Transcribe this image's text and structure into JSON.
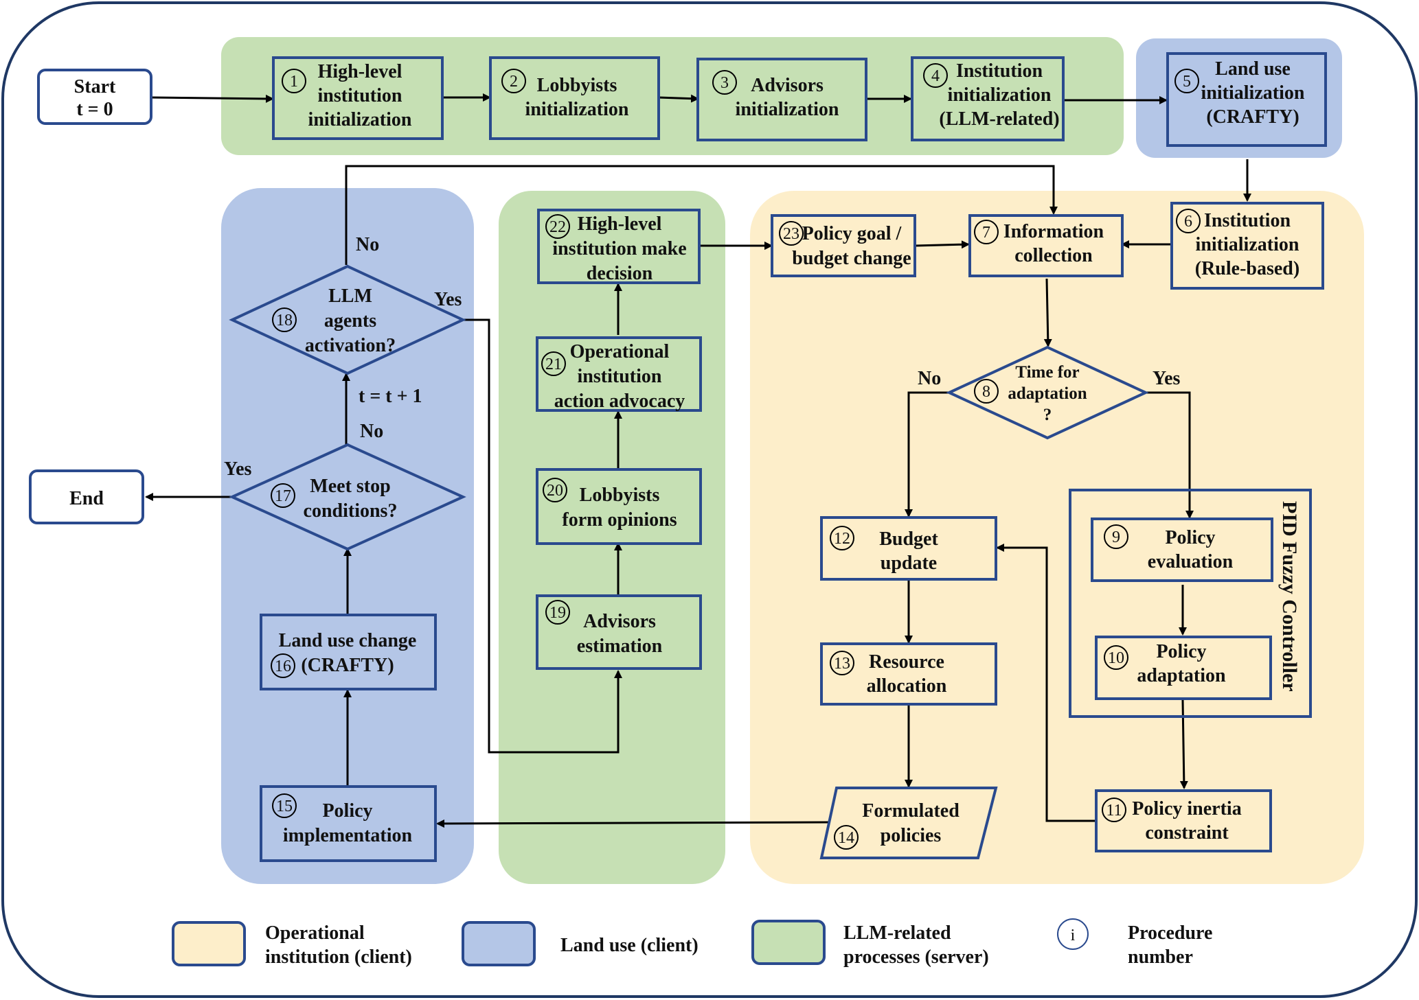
{
  "colors": {
    "green_region": "#c6e0b4",
    "blue_region": "#b4c6e7",
    "yellow_region": "#fdeeca",
    "node_border": "#2a4a8e",
    "outer_border": "#1f3864"
  },
  "start": {
    "line1": "Start",
    "line2": "t = 0"
  },
  "end": {
    "label": "End"
  },
  "nodes": {
    "n1": {
      "num": "1",
      "lines": [
        "High-level",
        "institution",
        "initialization"
      ]
    },
    "n2": {
      "num": "2",
      "lines": [
        "Lobbyists",
        "initialization"
      ]
    },
    "n3": {
      "num": "3",
      "lines": [
        "Advisors",
        "initialization"
      ]
    },
    "n4": {
      "num": "4",
      "lines": [
        "Institution",
        "initialization",
        "(LLM-related)"
      ]
    },
    "n5": {
      "num": "5",
      "lines": [
        "Land use",
        "initialization",
        "(CRAFTY)"
      ]
    },
    "n6": {
      "num": "6",
      "lines": [
        "Institution",
        "initialization",
        "(Rule-based)"
      ]
    },
    "n7": {
      "num": "7",
      "lines": [
        "Information",
        "collection"
      ]
    },
    "n8": {
      "num": "8",
      "lines": [
        "Time for",
        "adaptation",
        "?"
      ]
    },
    "n9": {
      "num": "9",
      "lines": [
        "Policy",
        "evaluation"
      ]
    },
    "n10": {
      "num": "10",
      "lines": [
        "Policy",
        "adaptation"
      ]
    },
    "n11": {
      "num": "11",
      "lines": [
        "Policy inertia",
        "constraint"
      ]
    },
    "n12": {
      "num": "12",
      "lines": [
        "Budget",
        "update"
      ]
    },
    "n13": {
      "num": "13",
      "lines": [
        "Resource",
        "allocation"
      ]
    },
    "n14": {
      "num": "14",
      "lines": [
        "Formulated",
        "policies"
      ]
    },
    "n15": {
      "num": "15",
      "lines": [
        "Policy",
        "implementation"
      ]
    },
    "n16": {
      "num": "16",
      "lines": [
        "Land use change",
        "(CRAFTY)"
      ]
    },
    "n17": {
      "num": "17",
      "lines": [
        "Meet stop",
        "conditions?"
      ]
    },
    "n18": {
      "num": "18",
      "lines": [
        "LLM",
        "agents",
        "activation?"
      ]
    },
    "n19": {
      "num": "19",
      "lines": [
        "Advisors",
        "estimation"
      ]
    },
    "n20": {
      "num": "20",
      "lines": [
        "Lobbyists",
        "form opinions"
      ]
    },
    "n21": {
      "num": "21",
      "lines": [
        "Operational",
        "institution",
        "action advocacy"
      ]
    },
    "n22": {
      "num": "22",
      "lines": [
        "High-level",
        "institution make",
        "decision"
      ]
    },
    "n23": {
      "num": "23",
      "lines": [
        "Policy goal /",
        "budget change"
      ]
    }
  },
  "labels": {
    "yes_8": "Yes",
    "no_8": "No",
    "yes_17": "Yes",
    "no_17": "No",
    "yes_18": "Yes",
    "no_18": "No",
    "increment": "t = t + 1",
    "pid": "PID Fuzzy Controller"
  },
  "legend": [
    {
      "key": "yellow",
      "lines": [
        "Operational",
        "institution (client)"
      ]
    },
    {
      "key": "blue",
      "lines": [
        "Land use (client)"
      ]
    },
    {
      "key": "green",
      "lines": [
        "LLM-related",
        "processes (server)"
      ]
    },
    {
      "key": "circle",
      "symbol": "i",
      "lines": [
        "Procedure",
        "number"
      ]
    }
  ]
}
